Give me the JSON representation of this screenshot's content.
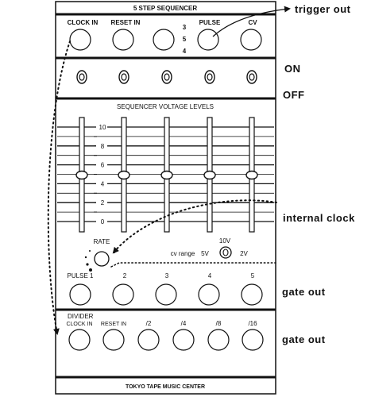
{
  "panel": {
    "title": "5 STEP SEQUENCER",
    "footer": "TOKYO TAPE MUSIC CENTER"
  },
  "top_row": {
    "clock_in": "CLOCK IN",
    "reset_in": "RESET IN",
    "step_switch_labels": [
      "3",
      "5",
      "4"
    ],
    "pulse": "PULSE",
    "cv": "CV"
  },
  "sliders": {
    "title": "SEQUENCER VOLTAGE LEVELS",
    "scale": [
      "10",
      "8",
      "6",
      "4",
      "2",
      "0"
    ],
    "levels": [
      5,
      5,
      5,
      5,
      5
    ]
  },
  "rate": {
    "label": "RATE",
    "cv_range_label": "cv range",
    "range_options": [
      "5V",
      "10V",
      "2V"
    ]
  },
  "gates": {
    "labels": [
      "PULSE 1",
      "2",
      "3",
      "4",
      "5"
    ]
  },
  "divider": {
    "title": "DIVIDER",
    "labels": [
      "CLOCK IN",
      "RESET IN",
      "/2",
      "/4",
      "/8",
      "/16"
    ]
  },
  "annotations": {
    "trigger_out": "trigger out",
    "on": "ON",
    "off": "OFF",
    "internal_clock": "internal clock",
    "gate_out_1": "gate out",
    "gate_out_2": "gate out"
  }
}
